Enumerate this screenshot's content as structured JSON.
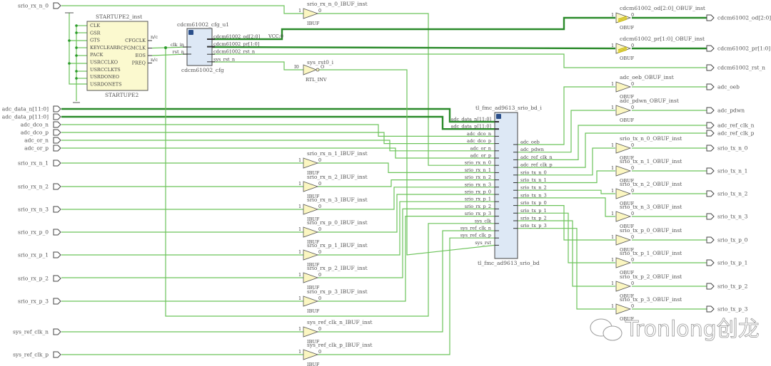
{
  "inputs": [
    "srio_rx_n_0",
    "adc_data_n[11:0]",
    "adc_data_p[11:0]",
    "adc_dco_n",
    "adc_dco_p",
    "adc_or_n",
    "adc_or_p",
    "srio_rx_n_1",
    "srio_rx_n_2",
    "srio_rx_n_3",
    "srio_rx_p_0",
    "srio_rx_p_1",
    "srio_rx_p_2",
    "srio_rx_p_3",
    "sys_ref_clk_n",
    "sys_ref_clk_p"
  ],
  "outputs": [
    "cdcm61002_od[2:0]",
    "cdcm61002_pr[1:0]",
    "cdcm61002_rst_n",
    "adc_oeb",
    "adc_pdwn",
    "adc_ref_clk_n",
    "adc_ref_clk_p",
    "srio_tx_n_0",
    "srio_tx_n_1",
    "srio_tx_n_2",
    "srio_tx_n_3",
    "srio_tx_p_0",
    "srio_tx_p_1",
    "srio_tx_p_2",
    "srio_tx_p_3"
  ],
  "ibufs": [
    "srio_rx_n_0_IBUF_inst",
    "srio_rx_n_1_IBUF_inst",
    "srio_rx_n_2_IBUF_inst",
    "srio_rx_n_3_IBUF_inst",
    "srio_rx_p_0_IBUF_inst",
    "srio_rx_p_1_IBUF_inst",
    "srio_rx_p_2_IBUF_inst",
    "srio_rx_p_3_IBUF_inst",
    "sys_ref_clk_n_IBUF_inst",
    "sys_ref_clk_p_IBUF_inst"
  ],
  "obufs": [
    "cdcm61002_od[2:0]_OBUF_inst",
    "cdcm61002_pr[1:0]_OBUF_inst",
    "adc_oeb_OBUF_inst",
    "adc_pdwn_OBUF_inst",
    "srio_tx_n_0_OBUF_inst",
    "srio_tx_n_1_OBUF_inst",
    "srio_tx_n_2_OBUF_inst",
    "srio_tx_n_3_OBUF_inst",
    "srio_tx_p_0_OBUF_inst",
    "srio_tx_p_1_OBUF_inst",
    "srio_tx_p_2_OBUF_inst",
    "srio_tx_p_3_OBUF_inst"
  ],
  "buf_labels": {
    "ibuf": "IBUF",
    "obuf": "OBUF",
    "in_pin": "1",
    "out_pin": "0"
  },
  "startup": {
    "inst": "STARTUPE2_inst",
    "type": "STARTUPE2",
    "left_pins": [
      "CLK",
      "GSR",
      "GTS",
      "KEYCLEARB",
      "PACK",
      "USRCCLKO",
      "USRCCLKTS",
      "USRDONEO",
      "USRDONETS"
    ],
    "right_pins": [
      "CFGCLK",
      "CFGMCLK",
      "EOS",
      "PREQ"
    ],
    "nc": "n/c"
  },
  "cdcm": {
    "inst": "cdcm61002_cfg_u1",
    "type": "cdcm61002_cfg",
    "left_pins": [
      "clk_in",
      "rst_n"
    ],
    "right_pins": [
      "cdcm61002_od[2:0]",
      "cdcm61002_pr[1:0]",
      "cdcm61002_rst_n",
      "sys_rst_n"
    ],
    "net_label": "VCC:0"
  },
  "inv": {
    "inst": "sys_rst0_i",
    "type": "RTL_INV",
    "in_pin": "I0",
    "out_pin": "O"
  },
  "main": {
    "inst": "tl_fmc_ad9613_srio_bd_i",
    "type": "tl_fmc_ad9613_srio_bd",
    "left_pins": [
      "adc_data_n[11:0]",
      "adc_data_p[11:0]",
      "adc_dco_n",
      "adc_dco_p",
      "adc_or_n",
      "adc_or_p",
      "srio_rx_n_0",
      "srio_rx_n_1",
      "srio_rx_n_2",
      "srio_rx_n_3",
      "srio_rx_p_0",
      "srio_rx_p_1",
      "srio_rx_p_2",
      "srio_rx_p_3",
      "sys_clk",
      "sys_ref_clk_n",
      "sys_ref_clk_p",
      "sys_rst"
    ],
    "right_pins": [
      "adc_oeb",
      "adc_pdwn",
      "adc_ref_clk_n",
      "adc_ref_clk_p",
      "srio_tx_n_0",
      "srio_tx_n_1",
      "srio_tx_n_2",
      "srio_tx_n_3",
      "srio_tx_p_0",
      "srio_tx_p_1",
      "srio_tx_p_2",
      "srio_tx_p_3"
    ]
  },
  "watermark": "Tronlong创龙",
  "colors": {
    "wire": "#6cc35a",
    "bus": "#2a8a2a",
    "block": "#dde8f5",
    "buffer": "#fbf6c1"
  }
}
